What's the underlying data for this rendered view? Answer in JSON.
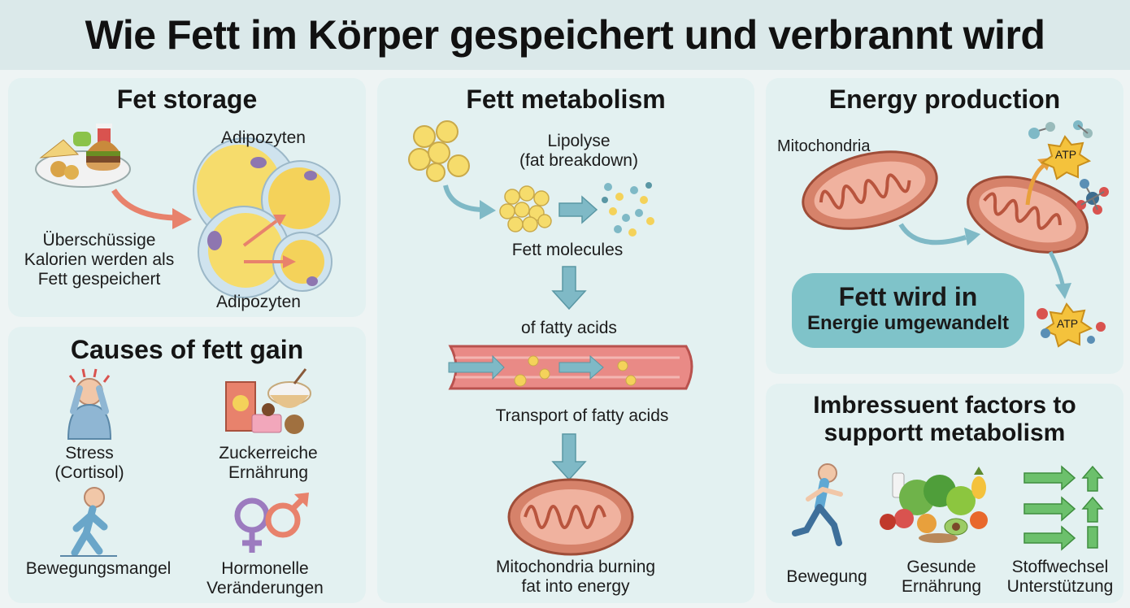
{
  "title": "Wie Fett im Körper gespeichert und verbrannt wird",
  "storage": {
    "heading": "Fet storage",
    "adipo_top": "Adipozyten",
    "adipo_bottom": "Adipozyten",
    "caption_l1": "Überschüssige",
    "caption_l2": "Kalorien werden als",
    "caption_l3": "Fett gespeichert"
  },
  "causes": {
    "heading": "Causes of fett gain",
    "items": [
      {
        "l1": "Stress",
        "l2": "(Cortisol)",
        "icon": "stress-person-icon"
      },
      {
        "l1": "Zuckerreiche",
        "l2": "Ernährung",
        "icon": "sugary-food-icon"
      },
      {
        "l1": "Bewegungsmangel",
        "l2": "",
        "icon": "walking-person-icon"
      },
      {
        "l1": "Hormonelle",
        "l2": "Veränderungen",
        "icon": "gender-symbols-icon"
      }
    ]
  },
  "metabolism": {
    "heading": "Fett metabolism",
    "lipolyse_l1": "Lipolyse",
    "lipolyse_l2": "(fat breakdown)",
    "molecules": "Fett molecules",
    "fatty_acids": "of fatty acids",
    "transport": "Transport of fatty acids",
    "burn_l1": "Mitochondria burning",
    "burn_l2": "fat into energy"
  },
  "energy": {
    "heading": "Energy production",
    "mito_label": "Mitochondria",
    "atp1": "ATP",
    "atp2": "ATP",
    "pill_l1": "Fett wird in",
    "pill_l2": "Energie umgewandelt"
  },
  "support": {
    "heading_l1": "Imbressuent factors to",
    "heading_l2": "supportt metabolism",
    "items": [
      {
        "l1": "Bewegung",
        "l2": "",
        "icon": "running-person-icon"
      },
      {
        "l1": "Gesunde",
        "l2": "Ernährung",
        "icon": "healthy-food-icon"
      },
      {
        "l1": "Stoffwechsel",
        "l2": "Unterstützung",
        "icon": "upward-arrows-icon"
      }
    ]
  },
  "colors": {
    "panel": "#e3f1f1",
    "accent_teal": "#7fc3c9",
    "fat_yellow": "#f6dc6c",
    "mito_red": "#cf6b52",
    "arrow_blue": "#7fb9c6",
    "arrow_green": "#5cb85c"
  }
}
